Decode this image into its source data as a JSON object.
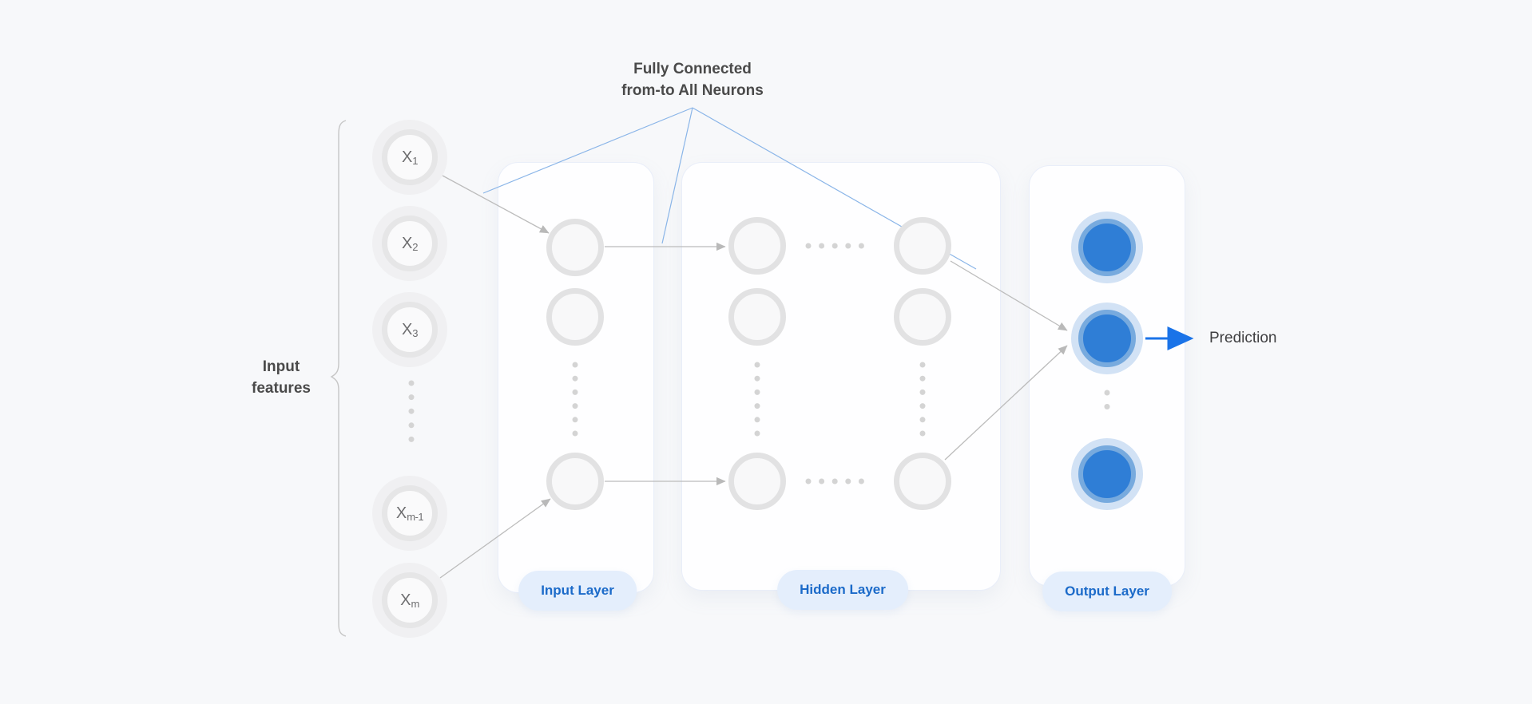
{
  "annotation": {
    "line1": "Fully Connected",
    "line2": "from-to All Neurons"
  },
  "input_features_label": {
    "line1": "Input",
    "line2": "features"
  },
  "input_features": [
    {
      "base": "X",
      "sub": "1"
    },
    {
      "base": "X",
      "sub": "2"
    },
    {
      "base": "X",
      "sub": "3"
    },
    {
      "base": "X",
      "sub": "m-1"
    },
    {
      "base": "X",
      "sub": "m"
    }
  ],
  "layers": [
    {
      "label": "Input Layer"
    },
    {
      "label": "Hidden Layer"
    },
    {
      "label": "Output Layer"
    }
  ],
  "prediction": {
    "label": "Prediction"
  },
  "colors": {
    "background": "#f7f8fa",
    "panel_fill": "#fefeff",
    "panel_border": "#e9eef9",
    "accent_blue": "#1a73e8",
    "node_blue_fill": "#2f7ed6",
    "node_blue_ring": "#77aade",
    "node_blue_halo": "#d2e2f5",
    "badge_bg": "#e4eefc",
    "badge_text": "#1b6ac9",
    "gray_line": "#bcbcbc",
    "blue_line": "#8ab5e8",
    "text_dark": "#4a4a4a",
    "node_gray_ring": "#e2e2e3",
    "node_gray_fill": "#f8f8f9",
    "dot_color": "#d4d4d4",
    "brace_color": "#c6c6c6"
  }
}
